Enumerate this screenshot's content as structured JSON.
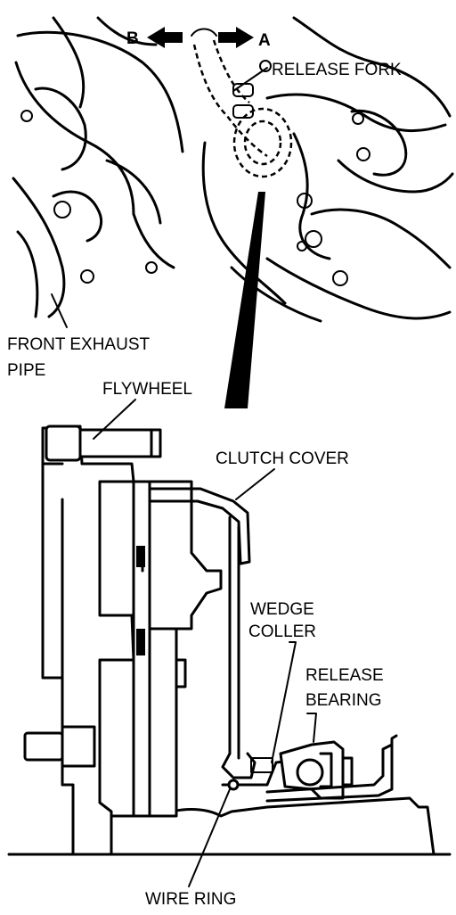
{
  "labels": {
    "direction_b": "B",
    "direction_a": "A",
    "release_fork": "RELEASE FORK",
    "front_exhaust_pipe_line1": "FRONT EXHAUST",
    "front_exhaust_pipe_line2": "PIPE",
    "flywheel": "FLYWHEEL",
    "clutch_cover": "CLUTCH COVER",
    "wedge_coller_line1": "WEDGE",
    "wedge_coller_line2": "COLLER",
    "release_bearing_line1": "RELEASE",
    "release_bearing_line2": "BEARING",
    "wire_ring": "WIRE RING"
  },
  "colors": {
    "ink": "#000000",
    "paper": "#ffffff"
  }
}
